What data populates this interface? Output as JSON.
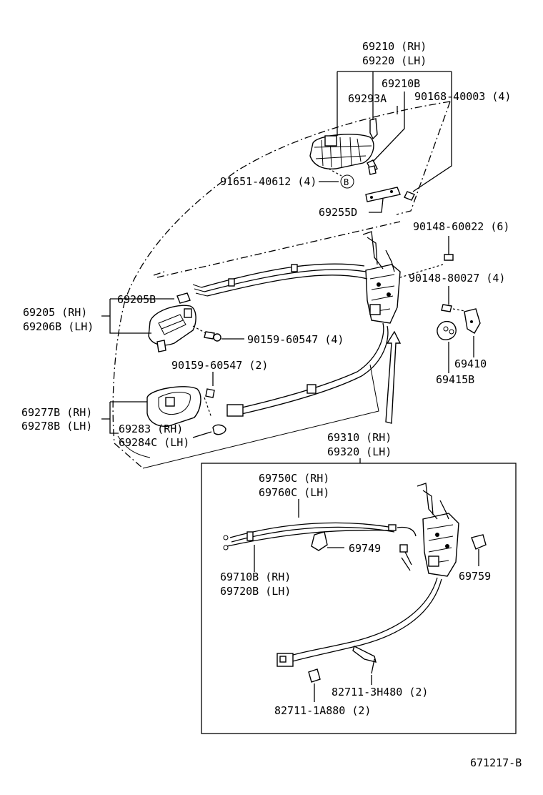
{
  "labels": {
    "p69210": "69210 (RH)",
    "p69220": "69220 (LH)",
    "p69210b": "69210B",
    "p69293a": "69293A",
    "p90168": "90168-40003 (4)",
    "p91651": "91651-40612 (4)",
    "calloutB": "B",
    "p69255d": "69255D",
    "p90148a": "90148-60022 (6)",
    "p90148b": "90148-80027 (4)",
    "p69205b": "69205B",
    "p69205": "69205   (RH)",
    "p69206b": "69206B (LH)",
    "p90159a": "90159-60547 (4)",
    "p90159b": "90159-60547 (2)",
    "p69410": "69410",
    "p69415b": "69415B",
    "p69277b": "69277B (RH)",
    "p69278b": "69278B (LH)",
    "p69283": "69283   (RH)",
    "p69284c": "69284C (LH)",
    "p69310": "69310 (RH)",
    "p69320": "69320 (LH)",
    "p69750c": "69750C (RH)",
    "p69760c": "69760C (LH)",
    "p69749": "69749",
    "p69759": "69759",
    "p69710b": "69710B (RH)",
    "p69720b": "69720B (LH)",
    "p82711a": "82711-3H480 (2)",
    "p82711b": "82711-1A880 (2)",
    "diagramId": "671217-B"
  }
}
